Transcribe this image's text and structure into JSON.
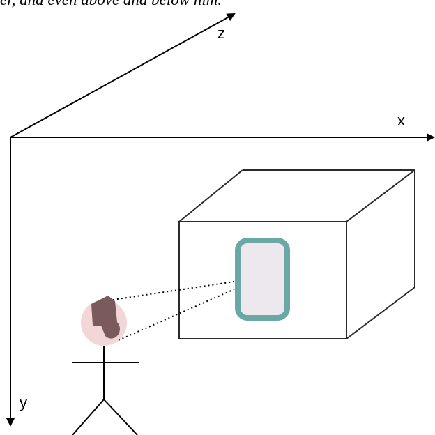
{
  "caption": {
    "text": "er, and even above and below him."
  },
  "axes": {
    "x_label": "x",
    "y_label": "y",
    "z_label": "z"
  },
  "colors": {
    "line": "#000000",
    "box_edge": "#2b2b2b",
    "screen_border": "#6aa8a6",
    "screen_fill": "#ece8ee",
    "head": "#f3d6d8",
    "hair": "#7b5a5c"
  }
}
